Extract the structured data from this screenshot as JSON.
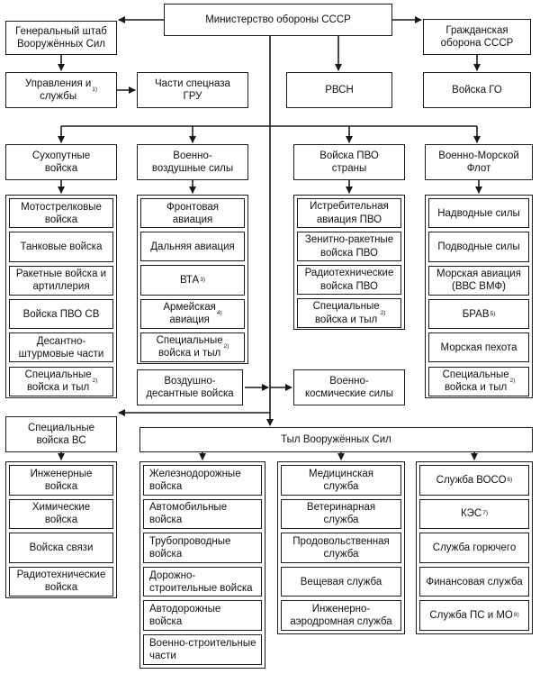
{
  "top": {
    "ministry": "Министерство обороны СССР",
    "general_staff": "Генеральный штаб\nВооружённых Сил",
    "civil_defense": "Гражданская\nоборона СССР",
    "directorates": "Управления и\nслужбы",
    "directorates_note": "1)",
    "spetsnaz": "Части спецназа\nГРУ",
    "rvsn": "РВСН",
    "go_troops": "Войска ГО"
  },
  "branches": {
    "ground": {
      "title": "Сухопутные\nвойска",
      "items": [
        {
          "label": "Мотострелковые\nвойска",
          "note": ""
        },
        {
          "label": "Танковые войска",
          "note": ""
        },
        {
          "label": "Ракетные войска и\nартиллерия",
          "note": ""
        },
        {
          "label": "Войска ПВО СВ",
          "note": ""
        },
        {
          "label": "Десантно-\nштурмовые части",
          "note": ""
        },
        {
          "label": "Специальные\nвойска и тыл",
          "note": "2)"
        }
      ]
    },
    "air": {
      "title": "Военно-\nвоздушные силы",
      "items": [
        {
          "label": "Фронтовая\nавиация",
          "note": ""
        },
        {
          "label": "Дальняя авиация",
          "note": ""
        },
        {
          "label": "ВТА",
          "note": "3)"
        },
        {
          "label": "Армейская\nавиация",
          "note": "4)"
        },
        {
          "label": "Специальные\nвойска и тыл",
          "note": "2)"
        }
      ]
    },
    "pvo": {
      "title": "Войска ПВО\nстраны",
      "items": [
        {
          "label": "Истребительная\nавиация ПВО",
          "note": ""
        },
        {
          "label": "Зенитно-ракетные\nвойска ПВО",
          "note": ""
        },
        {
          "label": "Радиотехнические\nвойска ПВО",
          "note": ""
        },
        {
          "label": "Специальные\nвойска и тыл",
          "note": "2)"
        }
      ]
    },
    "navy": {
      "title": "Военно-Морской\nФлот",
      "items": [
        {
          "label": "Надводные силы",
          "note": ""
        },
        {
          "label": "Подводные силы",
          "note": ""
        },
        {
          "label": "Морская авиация\n(ВВС ВМФ)",
          "note": ""
        },
        {
          "label": "БРАВ",
          "note": "5)"
        },
        {
          "label": "Морская пехота",
          "note": ""
        },
        {
          "label": "Специальные\nвойска и тыл",
          "note": "2)"
        }
      ]
    }
  },
  "airborne": "Воздушно-\nдесантные войска",
  "space": "Военно-\nкосмические силы",
  "special_troops": {
    "title": "Специальные\nвойска ВС",
    "items": [
      {
        "label": "Инженерные\nвойска",
        "note": ""
      },
      {
        "label": "Химические\nвойска",
        "note": ""
      },
      {
        "label": "Войска связи",
        "note": ""
      },
      {
        "label": "Радиотехнические\nвойска",
        "note": ""
      }
    ]
  },
  "rear": {
    "title": "Тыл Вооружённых Сил",
    "col1": [
      {
        "label": "Железнодорожные\nвойска",
        "note": ""
      },
      {
        "label": "Автомобильные\nвойска",
        "note": ""
      },
      {
        "label": "Трубопроводные\nвойска",
        "note": ""
      },
      {
        "label": "Дорожно-\nстроительные войска",
        "note": ""
      },
      {
        "label": "Автодорожные\nвойска",
        "note": ""
      },
      {
        "label": "Военно-строительные\nчасти",
        "note": ""
      }
    ],
    "col2": [
      {
        "label": "Медицинская\nслужба",
        "note": ""
      },
      {
        "label": "Ветеринарная\nслужба",
        "note": ""
      },
      {
        "label": "Продовольственная\nслужба",
        "note": ""
      },
      {
        "label": "Вещевая служба",
        "note": ""
      },
      {
        "label": "Инженерно-\nаэродромная служба",
        "note": ""
      }
    ],
    "col3": [
      {
        "label": "Служба ВОСО",
        "note": "6)"
      },
      {
        "label": "КЭС",
        "note": "7)"
      },
      {
        "label": "Служба горючего",
        "note": ""
      },
      {
        "label": "Финансовая служба",
        "note": ""
      },
      {
        "label": "Служба ПС и МО",
        "note": "8)"
      }
    ]
  },
  "colors": {
    "line": "#1a1a1a",
    "background": "#ffffff"
  }
}
